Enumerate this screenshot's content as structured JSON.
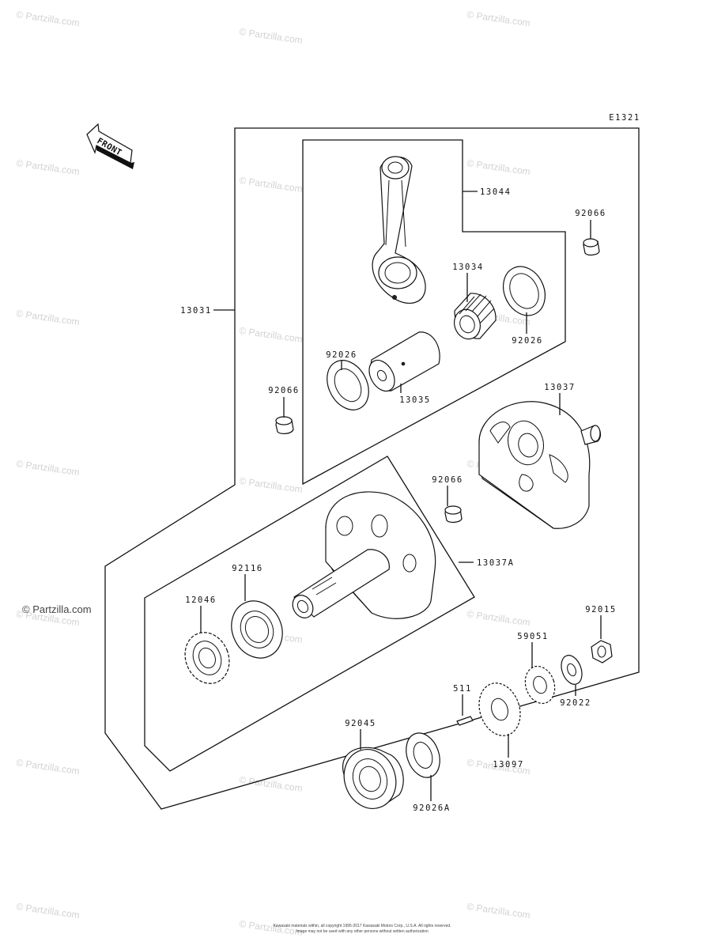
{
  "diagram": {
    "code": "E1321",
    "front_label": "FRONT",
    "copyright_brand": "© Partzilla.com",
    "footer_line1": "Kawasaki materials within, all copyright 1995-2017 Kawasaki Motors Corp., U.S.A. All rights reserved.",
    "footer_line2": "Image may not be used with any other persons without written authorization"
  },
  "watermark_text": "© Partzilla.com",
  "parts": [
    {
      "id": "p13044",
      "label": "13044"
    },
    {
      "id": "p92066a",
      "label": "92066"
    },
    {
      "id": "p13034",
      "label": "13034"
    },
    {
      "id": "p13031",
      "label": "13031"
    },
    {
      "id": "p92026a",
      "label": "92026"
    },
    {
      "id": "p92026b",
      "label": "92026"
    },
    {
      "id": "p92066b",
      "label": "92066"
    },
    {
      "id": "p13035",
      "label": "13035"
    },
    {
      "id": "p13037",
      "label": "13037"
    },
    {
      "id": "p92066c",
      "label": "92066"
    },
    {
      "id": "p92116",
      "label": "92116"
    },
    {
      "id": "p13037a",
      "label": "13037A"
    },
    {
      "id": "p12046",
      "label": "12046"
    },
    {
      "id": "p92015",
      "label": "92015"
    },
    {
      "id": "p59051",
      "label": "59051"
    },
    {
      "id": "p511",
      "label": "511"
    },
    {
      "id": "p92022",
      "label": "92022"
    },
    {
      "id": "p92045",
      "label": "92045"
    },
    {
      "id": "p13097",
      "label": "13097"
    },
    {
      "id": "p92026A",
      "label": "92026A"
    }
  ]
}
